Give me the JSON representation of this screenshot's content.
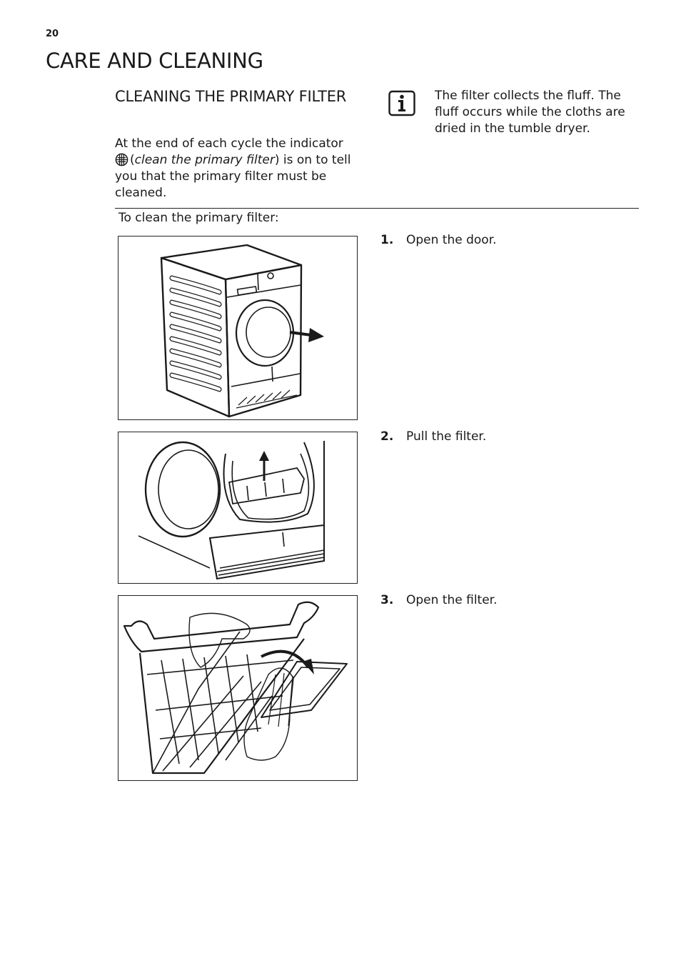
{
  "page": {
    "number": "20",
    "title": "CARE AND CLEANING"
  },
  "section": {
    "heading": "CLEANING THE PRIMARY FILTER",
    "intro_before": "At the end of each cycle the indicator",
    "intro_icon": "filter-indicator-icon",
    "intro_paren_open": "(",
    "intro_italic": "clean the primary filter",
    "intro_after": ") is on to tell you that the primary filter must be cleaned."
  },
  "info": {
    "icon": "info-icon",
    "text": "The filter collects the fluff. The fluff occurs while the cloths are dried in the tumble dryer."
  },
  "lead": "To clean the primary filter:",
  "steps": [
    {
      "number": "1.",
      "text": "Open the door."
    },
    {
      "number": "2.",
      "text": "Pull the filter."
    },
    {
      "number": "3.",
      "text": "Open the filter."
    }
  ]
}
